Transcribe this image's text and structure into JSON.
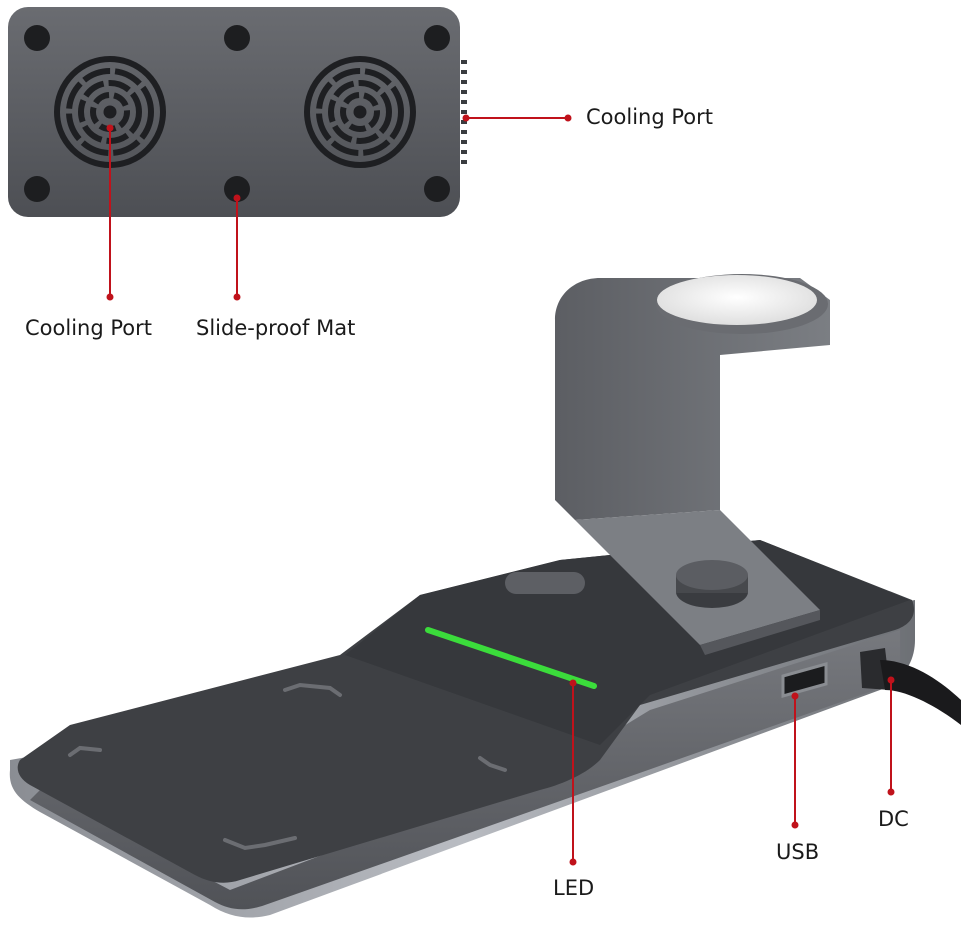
{
  "labels": {
    "cooling_port_right": "Cooling Port",
    "cooling_port_left": "Cooling Port",
    "slide_proof_mat": "Slide-proof Mat",
    "led": "LED",
    "usb": "USB",
    "dc": "DC"
  },
  "colors": {
    "callout": "#c0121b",
    "device_body": "#5b5d62",
    "device_top": "#3f4145",
    "led_glow": "#3bdc3b",
    "background": "#ffffff"
  }
}
